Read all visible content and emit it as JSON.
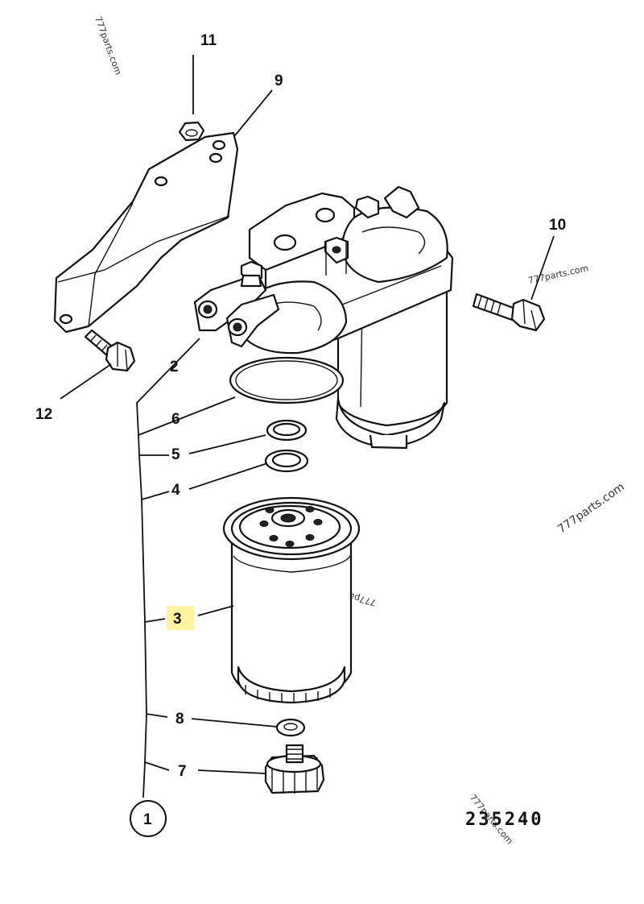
{
  "diagram": {
    "drawing_number": "235240",
    "highlight_color": "#fff3a0",
    "callouts": {
      "c1": "1",
      "c2": "2",
      "c3": "3",
      "c4": "4",
      "c5": "5",
      "c6": "6",
      "c7": "7",
      "c8": "8",
      "c9": "9",
      "c10": "10",
      "c11": "11",
      "c12": "12"
    },
    "watermarks": {
      "w1": "777parts.com",
      "w2": "777parts.com",
      "w3": "777parts.com",
      "w4": "777parts.com",
      "w5": "777parts.com"
    }
  }
}
